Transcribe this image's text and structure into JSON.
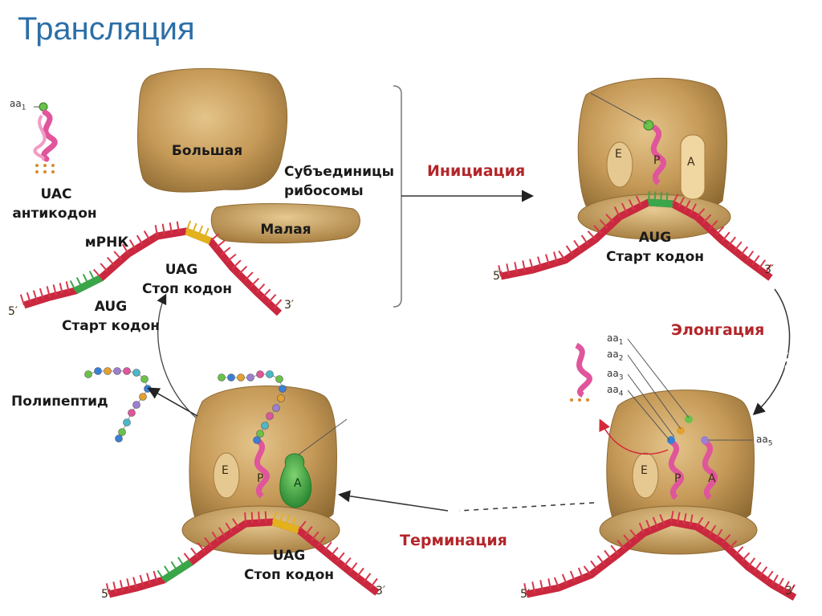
{
  "title": "Трансляция",
  "left_panel": {
    "trna_aa": "aa1",
    "anticodon_code": "UAC",
    "anticodon_label": "антикодон",
    "mrna_label": "мРНК",
    "stop_code": "UAG",
    "stop_label": "Стоп кодон",
    "start_code": "AUG",
    "start_label": "Старт кодон",
    "five_prime": "5′",
    "three_prime": "3′",
    "large_subunit": "Большая",
    "small_subunit": "Малая",
    "subunits_label_line1": "Субъединицы",
    "subunits_label_line2": "рибосомы"
  },
  "phases": {
    "initiation": "Инициация",
    "elongation": "Элонгация",
    "termination": "Терминация"
  },
  "initiation_panel": {
    "site_e": "E",
    "site_p": "P",
    "site_a": "A",
    "start_code": "AUG",
    "start_label": "Старт кодон",
    "five_prime": "5′",
    "three_prime": "3′"
  },
  "elongation_panel": {
    "aa_labels": [
      "aa1",
      "aa2",
      "aa3",
      "aa4"
    ],
    "aa5": "aa5",
    "site_e": "E",
    "site_p": "P",
    "site_a": "A",
    "five_prime": "5′",
    "three_prime": "3′"
  },
  "termination_panel": {
    "polypeptide_label": "Полипептид",
    "site_e": "E",
    "site_p": "P",
    "site_a": "A",
    "stop_code": "UAG",
    "stop_label": "Стоп кодон",
    "five_prime": "5′",
    "three_prime": "3′"
  },
  "colors": {
    "title": "#2b6fa8",
    "phase_text": "#b3262a",
    "ribosome": "#c69a58",
    "ribosome_dark": "#8e6a33",
    "mrna": "#e0455a",
    "start_codon": "#3aa64a",
    "stop_codon": "#e2b11c",
    "trna": "#e0559b",
    "release_factor": "#2f9e3a"
  }
}
